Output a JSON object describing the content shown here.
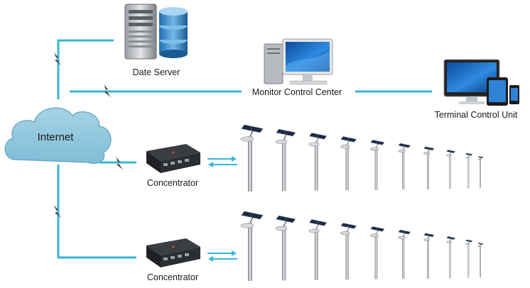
{
  "nodes": {
    "data_server": {
      "label": "Date Server"
    },
    "monitor_center": {
      "label": "Monitor Control Center"
    },
    "terminal_unit": {
      "label": "Terminal Control Unit"
    },
    "internet": {
      "label": "Internet"
    },
    "concentrator_1": {
      "label": "Concentrator"
    },
    "concentrator_2": {
      "label": "Concentrator"
    }
  },
  "link_color": "#38b6d6",
  "cloud_color": "#8ec7dd",
  "rows": {
    "street_lights_per_row": 10
  }
}
